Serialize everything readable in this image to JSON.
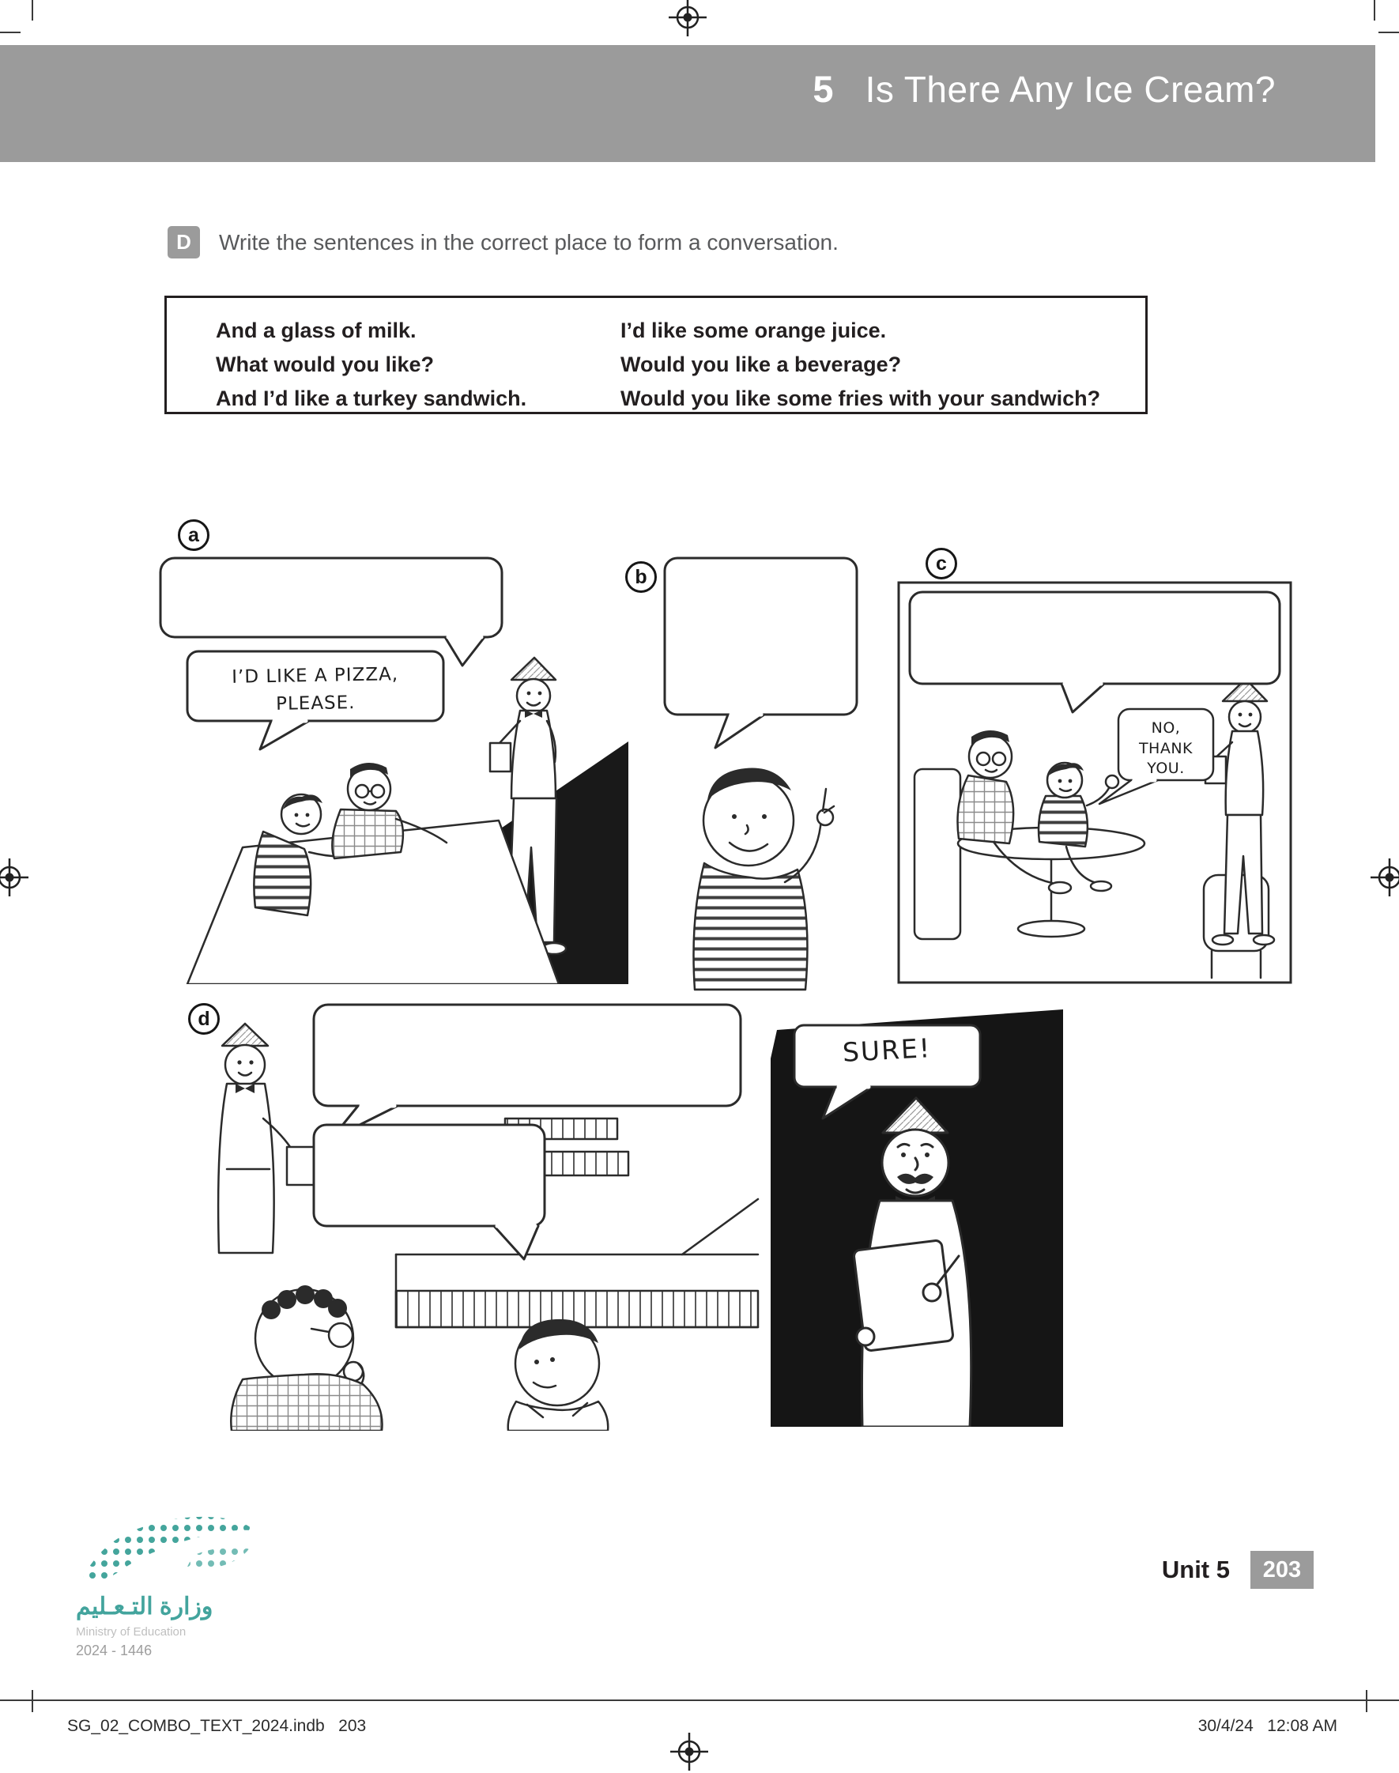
{
  "header": {
    "unit_number": "5",
    "unit_title": "Is There Any Ice Cream?"
  },
  "exercise": {
    "letter": "D",
    "instruction": "Write the sentences in the correct place to form a conversation."
  },
  "word_box": {
    "left": [
      "And a glass of milk.",
      "What would you like?",
      "And I’d like a turkey sandwich."
    ],
    "right": [
      "I’d like some orange juice.",
      "Would you like a beverage?",
      "Would you like some fries with your sandwich?"
    ]
  },
  "panels": {
    "a": {
      "label": "a",
      "speech": "I’D LIKE A PIZZA, PLEASE."
    },
    "b": {
      "label": "b",
      "speech": ""
    },
    "c": {
      "label": "c",
      "speech": "NO, THANK YOU."
    },
    "d": {
      "label": "d",
      "speech": ""
    },
    "sure": {
      "speech": "SURE!"
    }
  },
  "footer": {
    "unit_label": "Unit 5",
    "page_number": "203",
    "imprint_left": "SG_02_COMBO_TEXT_2024.indb   203",
    "imprint_right": "30/4/24   12:08 AM"
  },
  "logo": {
    "arabic": "وزارة التـعـليم",
    "english": "Ministry of Education",
    "years": "2024 - 1446"
  },
  "colors": {
    "header_band": "#9b9b9b",
    "badge_gray": "#9b9b9b",
    "page_number_bg": "#9b9b9b",
    "logo_teal": "#43a49d",
    "ink": "#231f20"
  }
}
